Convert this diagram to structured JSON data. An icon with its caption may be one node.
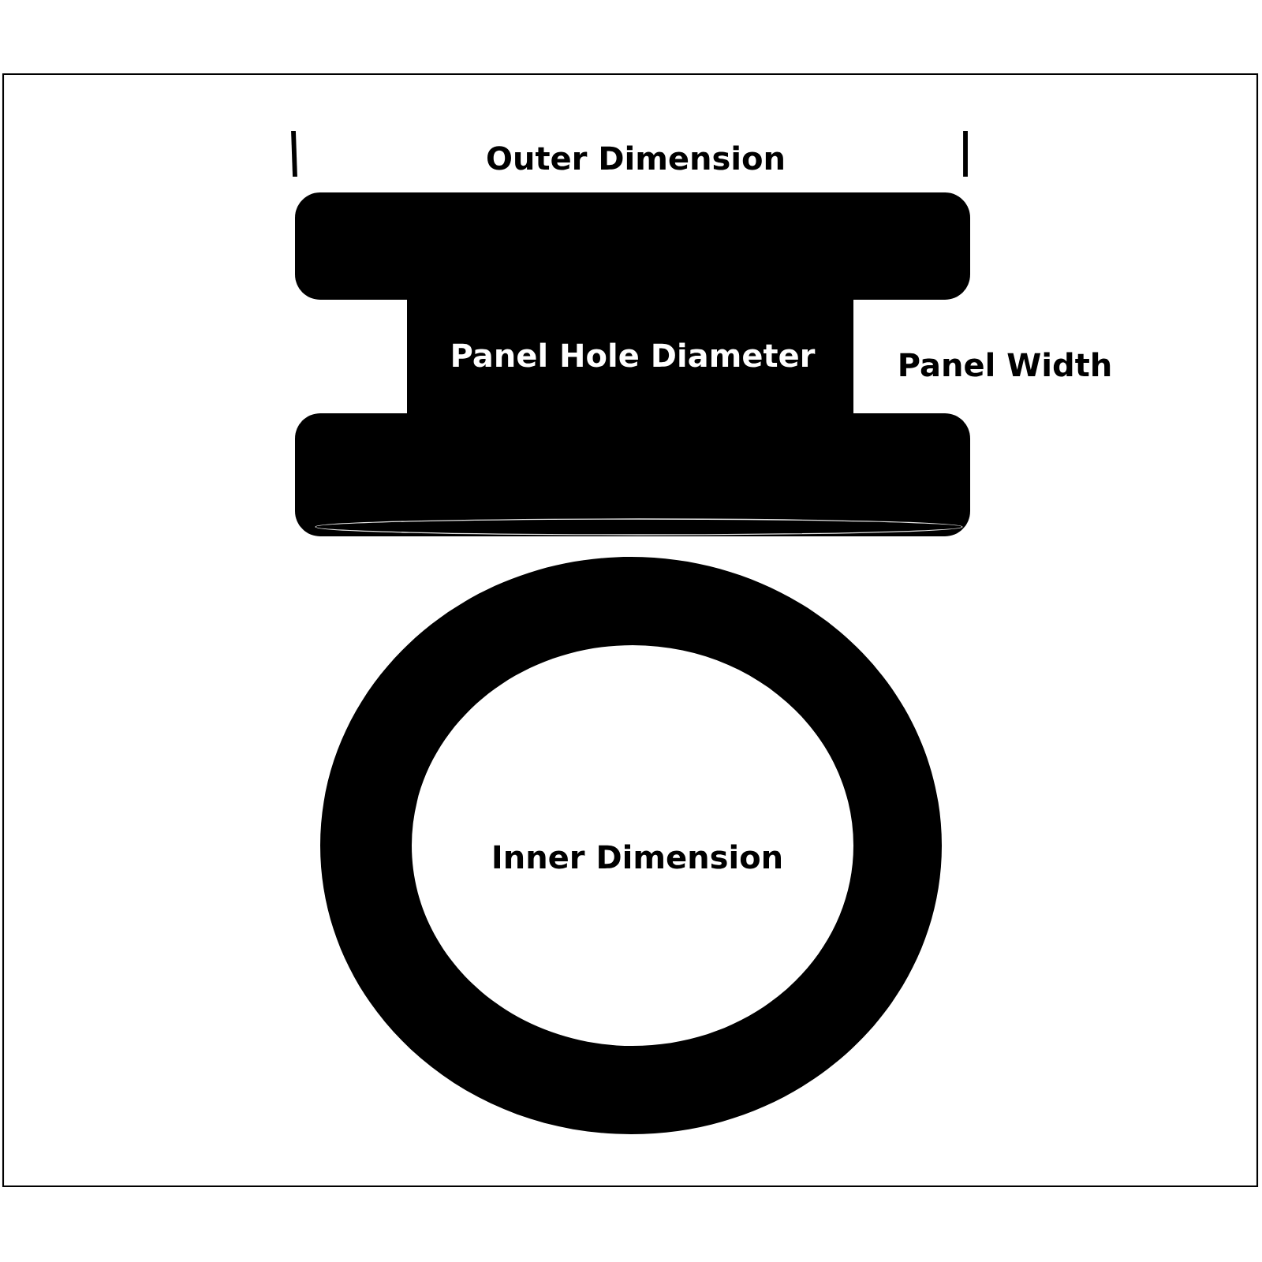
{
  "diagram": {
    "labels": [
      "Outer Dimension",
      "Panel Hole Diameter",
      "Panel Width",
      "Inner Dimension"
    ]
  }
}
